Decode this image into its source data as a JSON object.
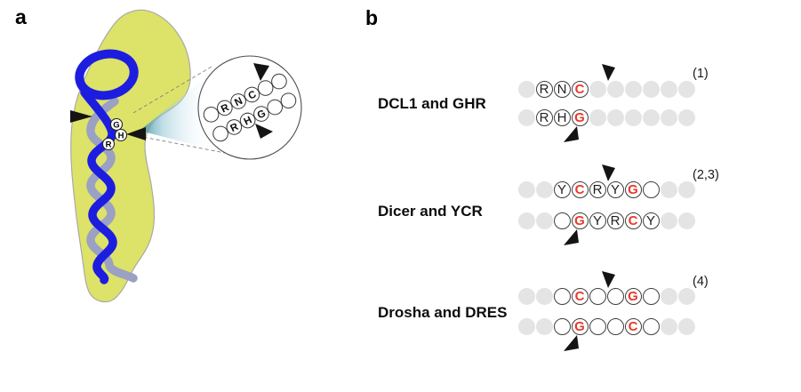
{
  "figure_labels": {
    "panel_a": "a",
    "panel_b": "b"
  },
  "panel_a": {
    "site_residues": [
      "G",
      "H",
      "R"
    ],
    "inset": {
      "top_row": [
        "",
        "R",
        "N",
        "C",
        "",
        ""
      ],
      "bottom_row": [
        "",
        "R",
        "H",
        "G",
        "",
        ""
      ]
    },
    "icons": {
      "cleavage_arrows": "black-triangle-arrowhead",
      "zoom_lens": "magnified-region-circle",
      "hairpin": "blue-rna-hairpin-in-yellow-protein-blob"
    }
  },
  "panel_b": {
    "rows": [
      {
        "label": "DCL1 and GHR",
        "ref": "(1)",
        "top_strand": [
          ".",
          "R",
          "N",
          "*C",
          ".",
          ".",
          ".",
          ".",
          ".",
          "."
        ],
        "bottom_strand": [
          ".",
          "R",
          "H",
          "*G",
          ".",
          ".",
          ".",
          ".",
          ".",
          "."
        ]
      },
      {
        "label": "Dicer and YCR",
        "ref": "(2,3)",
        "top_strand": [
          ".",
          ".",
          "Y",
          "*C",
          "R",
          "Y",
          "*G",
          "o",
          ".",
          "."
        ],
        "bottom_strand": [
          ".",
          ".",
          "o",
          "*G",
          "Y",
          "R",
          "*C",
          "Y",
          ".",
          "."
        ]
      },
      {
        "label": "Drosha and DRES",
        "ref": "(4)",
        "top_strand": [
          ".",
          ".",
          "o",
          "*C",
          "o",
          "o",
          "*G",
          "o",
          ".",
          "."
        ],
        "bottom_strand": [
          ".",
          ".",
          "o",
          "*G",
          "o",
          "o",
          "*C",
          "o",
          ".",
          "."
        ]
      }
    ],
    "token_encoding": {
      ".": "gray flanking nucleotide circle",
      "o": "white unlabeled nucleotide circle",
      "*X": "white circle with red highlighted letter X",
      "X": "white circle with black letter X"
    }
  },
  "colors": {
    "highlight_red": "#e8392b",
    "gray_circle": "#e4e4e4",
    "circle_outline": "#3f3f3f",
    "blob_yellow": "#dde269",
    "rna_blue": "#1d1de0",
    "strand_gray": "#9aa1c2",
    "cone_teal": "#4e96a8",
    "arrow_black": "#141414"
  }
}
